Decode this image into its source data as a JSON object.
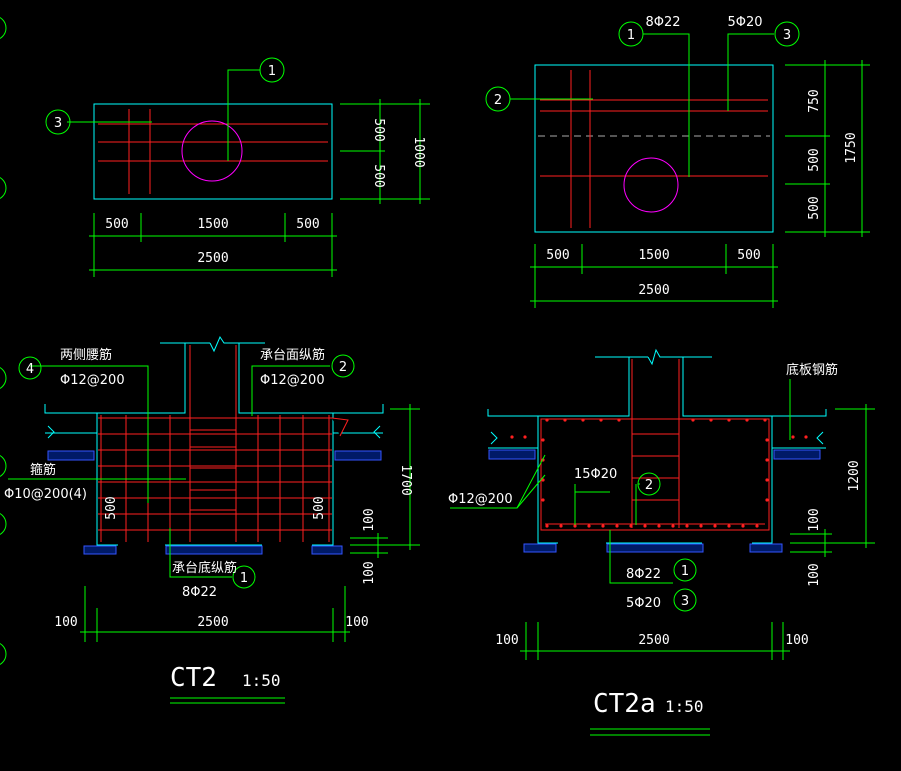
{
  "colors": {
    "background": "#000000",
    "outline_cyan": "#00ffff",
    "rebar_red": "#ff2020",
    "pile_magenta": "#ff00ff",
    "dimension_green": "#00ff00",
    "text_white": "#ffffff",
    "hatch_blue": "#3355ff"
  },
  "ct2_plan": {
    "bubble_1": "1",
    "bubble_3": "3",
    "dim_500_top": "500",
    "dim_500_bottom": "500",
    "dim_1000": "1000",
    "dim_500_left": "500",
    "dim_1500": "1500",
    "dim_500_right": "500",
    "dim_2500": "2500"
  },
  "ct2a_plan": {
    "bubble_1": "1",
    "bubble_2": "2",
    "bubble_3": "3",
    "rebar_1": "8Φ22",
    "rebar_3": "5Φ20",
    "dim_750": "750",
    "dim_500_mid": "500",
    "dim_500_bottom": "500",
    "dim_1750": "1750",
    "dim_500_left": "500",
    "dim_1500": "1500",
    "dim_500_right": "500",
    "dim_2500": "2500"
  },
  "ct2_section": {
    "label_side": "两侧腰筋",
    "label_side_spec": "Φ12@200",
    "bubble_4": "4",
    "label_top": "承台面纵筋",
    "label_top_spec": "Φ12@200",
    "bubble_2": "2",
    "label_stirrup": "箍筋",
    "label_stirrup_spec": "Φ10@200(4)",
    "dim_500_left": "500",
    "dim_500_right": "500",
    "dim_1700": "1700",
    "dim_100_a": "100",
    "dim_100_b": "100",
    "label_bottom": "承台底纵筋",
    "bubble_1": "1",
    "label_bottom_spec": "8Φ22",
    "dim_100_left": "100",
    "dim_2500": "2500",
    "dim_100_right": "100",
    "title": "CT2",
    "scale": "1:50"
  },
  "ct2a_section": {
    "label_bottom_plate": "底板钢筋",
    "label_15": "15Φ20",
    "bubble_2": "2",
    "label_side_spec": "Φ12@200",
    "dim_1200": "1200",
    "dim_100_a": "100",
    "dim_100_b": "100",
    "label_8": "8Φ22",
    "bubble_1": "1",
    "label_5": "5Φ20",
    "bubble_3": "3",
    "dim_100_left": "100",
    "dim_2500": "2500",
    "dim_100_right": "100",
    "title": "CT2a",
    "scale": "1:50"
  }
}
